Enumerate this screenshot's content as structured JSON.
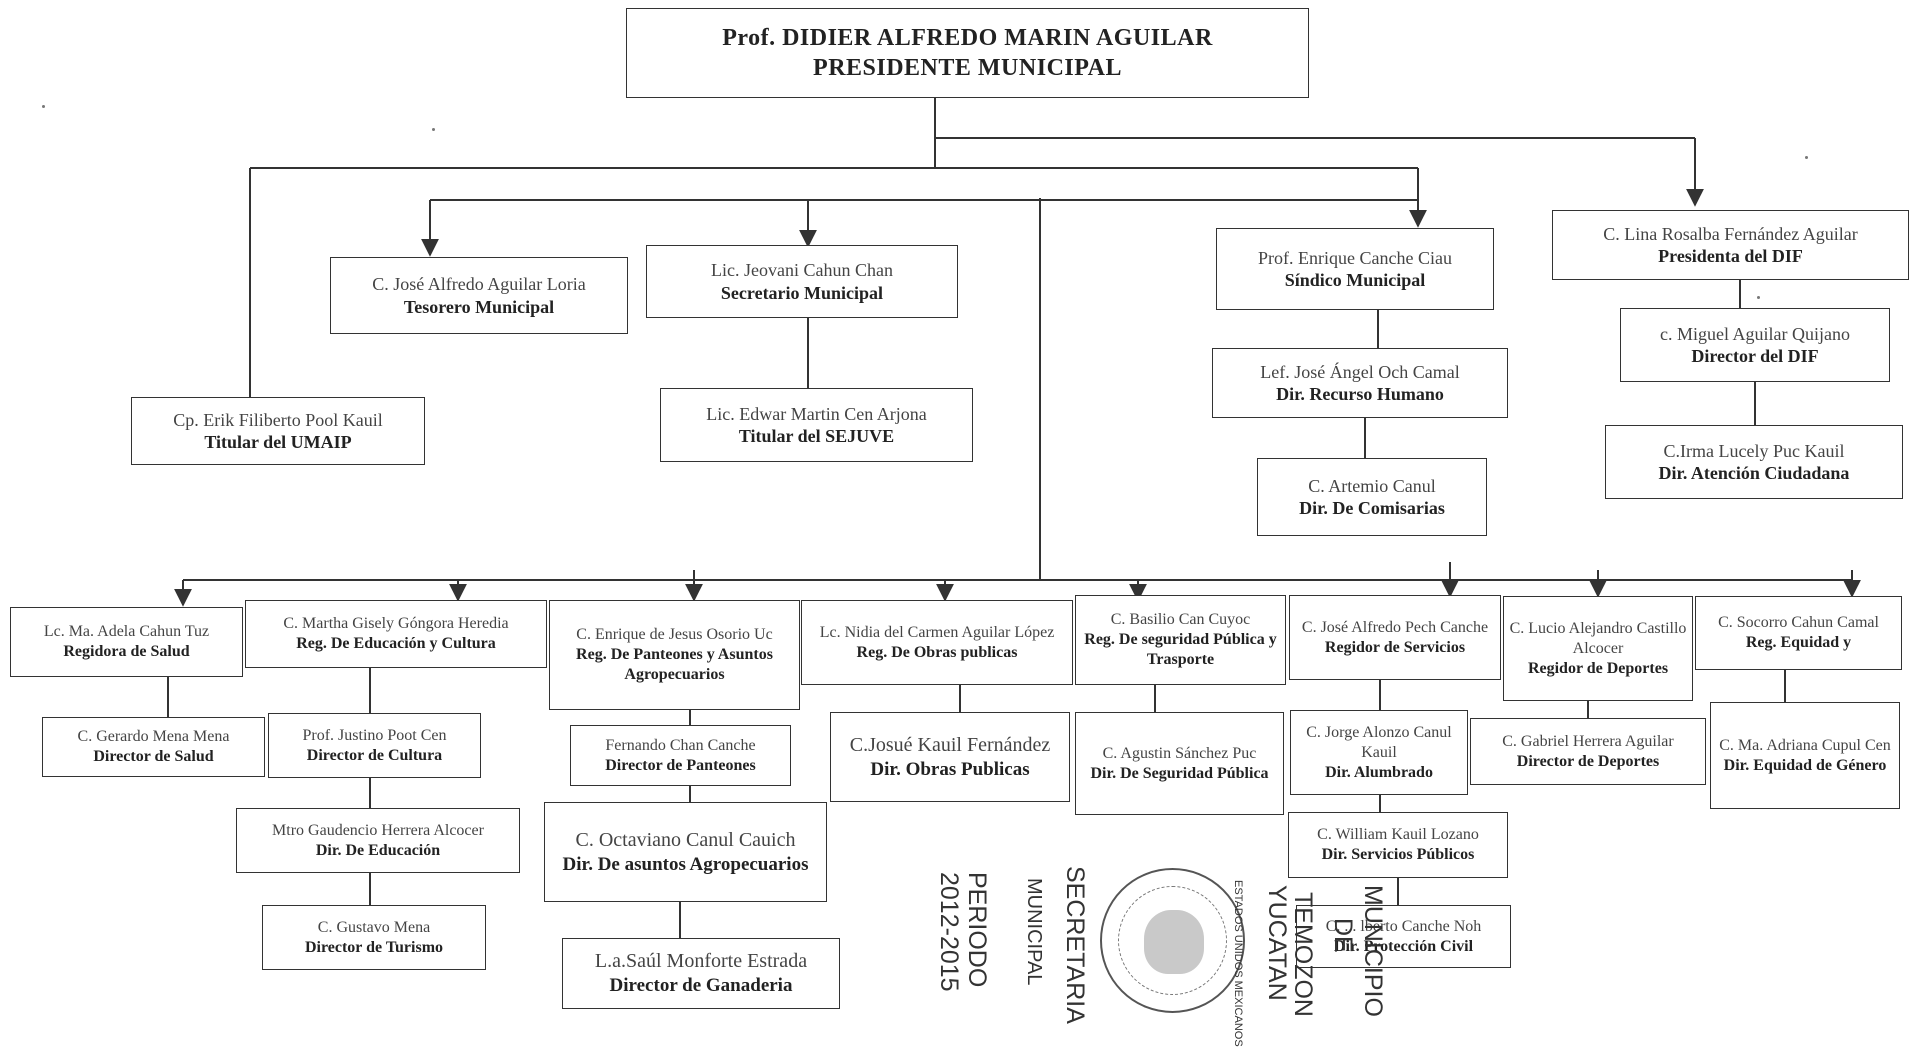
{
  "org_chart": {
    "president": {
      "name": "Prof. DIDIER ALFREDO MARIN AGUILAR",
      "role": "PRESIDENTE MUNICIPAL"
    },
    "tesorero": {
      "name": "C. José Alfredo Aguilar Loria",
      "role": "Tesorero Municipal"
    },
    "secretario": {
      "name": "Lic. Jeovani Cahun Chan",
      "role": "Secretario Municipal"
    },
    "umaip": {
      "name": "Cp. Erik Filiberto Pool Kauil",
      "role": "Titular del UMAIP"
    },
    "sejuve": {
      "name": "Lic. Edwar Martin Cen Arjona",
      "role": "Titular del SEJUVE"
    },
    "sindico": {
      "name": "Prof. Enrique Canche Ciau",
      "role": "Síndico Municipal"
    },
    "recurso_humano": {
      "name": "Lef. José Ángel Och Camal",
      "role": "Dir. Recurso Humano"
    },
    "comisarias": {
      "name": "C. Artemio Canul",
      "role": "Dir. De Comisarias"
    },
    "dif_presidenta": {
      "name": "C. Lina Rosalba Fernández Aguilar",
      "role": "Presidenta del DIF"
    },
    "dif_director": {
      "name": "c. Miguel Aguilar Quijano",
      "role": "Director del DIF"
    },
    "atencion_ciudadana": {
      "name": "C.Irma Lucely Puc Kauil",
      "role": "Dir. Atención Ciudadana"
    },
    "reg_salud": {
      "name": "Lc. Ma. Adela Cahun Tuz",
      "role": "Regidora de Salud"
    },
    "reg_educacion": {
      "name": "C. Martha Gisely Góngora Heredia",
      "role": "Reg. De Educación y Cultura"
    },
    "reg_panteones": {
      "name": "C. Enrique de Jesus Osorio Uc",
      "role": "Reg. De Panteones y Asuntos Agropecuarios"
    },
    "reg_obras": {
      "name": "Lc. Nidia del Carmen Aguilar López",
      "role": "Reg. De Obras publicas"
    },
    "reg_seguridad": {
      "name": "C. Basilio Can Cuyoc",
      "role": "Reg. De seguridad Pública y Trasporte"
    },
    "reg_servicios": {
      "name": "C. José Alfredo Pech Canche",
      "role": "Regidor de Servicios"
    },
    "reg_deportes": {
      "name": "C. Lucio Alejandro Castillo Alcocer",
      "role": "Regidor de Deportes"
    },
    "reg_equidad": {
      "name": "C. Socorro Cahun Camal",
      "role": "Reg. Equidad y"
    },
    "dir_salud": {
      "name": "C. Gerardo Mena Mena",
      "role": "Director de Salud"
    },
    "dir_cultura": {
      "name": "Prof. Justino Poot Cen",
      "role": "Director de Cultura"
    },
    "dir_educacion": {
      "name": "Mtro Gaudencio Herrera Alcocer",
      "role": "Dir. De Educación"
    },
    "dir_turismo": {
      "name": "C. Gustavo Mena",
      "role": "Director de Turismo"
    },
    "dir_panteones": {
      "name": "Fernando Chan Canche",
      "role": "Director de Panteones"
    },
    "dir_agropecuarios": {
      "name": "C. Octaviano Canul Cauich",
      "role": "Dir. De asuntos Agropecuarios"
    },
    "dir_ganaderia": {
      "name": "L.a.Saúl Monforte Estrada",
      "role": "Director de Ganaderia"
    },
    "dir_obras": {
      "name": "C.Josué Kauil Fernández",
      "role": "Dir. Obras Publicas"
    },
    "dir_seguridad": {
      "name": "C. Agustin Sánchez Puc",
      "role": "Dir. De Seguridad Pública"
    },
    "dir_alumbrado": {
      "name": "C. Jorge Alonzo Canul Kauil",
      "role": "Dir. Alumbrado"
    },
    "dir_servicios": {
      "name": "C. William Kauil Lozano",
      "role": "Dir. Servicios Públicos"
    },
    "dir_proteccion": {
      "name": "C. ... lberto Canche Noh",
      "role": "Dir. Protección Civil"
    },
    "dir_deportes": {
      "name": "C. Gabriel Herrera Aguilar",
      "role": "Director de Deportes"
    },
    "dir_equidad": {
      "name": "C. Ma. Adriana Cupul Cen",
      "role": "Dir. Equidad de Género"
    }
  },
  "seal": {
    "line1": "PERIODO",
    "line2": "2012-2015",
    "line3": "MUNICIPAL",
    "line4": "SECRETARIA",
    "line5": "TEMOZON",
    "line6": "YUCATAN",
    "line7": "MUNICIPIO",
    "line8": "DE",
    "emblem_text": "ESTADOS UNIDOS MEXICANOS"
  },
  "colors": {
    "ink": "#333333",
    "paper": "#ffffff"
  }
}
